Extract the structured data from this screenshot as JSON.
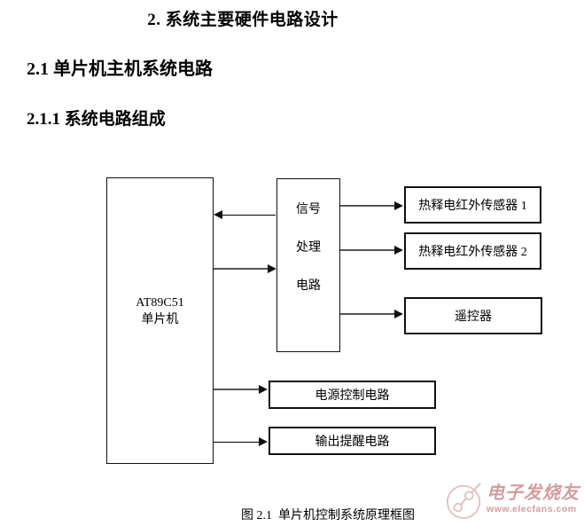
{
  "document": {
    "title": "2. 系统主要硬件电路设计",
    "heading_2_1": "2.1 单片机主机系统电路",
    "heading_2_1_1": "2.1.1 系统电路组成",
    "figure_caption": "图 2.1  单片机控制系统原理框图"
  },
  "diagram": {
    "mcu": {
      "line1": "AT89C51",
      "line2": "单片机"
    },
    "signal": {
      "line1": "信号",
      "line2": "处理",
      "line3": "电路"
    },
    "sensor1": "热释电红外传感器 1",
    "sensor2": "热释电红外传感器 2",
    "remote": "遥控器",
    "power": "电源控制电路",
    "output": "输出提醒电路",
    "connections": [
      {
        "from": "signal",
        "to": "mcu",
        "direction": "left"
      },
      {
        "from": "mcu",
        "to": "signal",
        "direction": "right"
      },
      {
        "from": "signal",
        "to": "sensor1",
        "direction": "right"
      },
      {
        "from": "signal",
        "to": "sensor2",
        "direction": "right"
      },
      {
        "from": "signal",
        "to": "remote",
        "direction": "right"
      },
      {
        "from": "mcu",
        "to": "power",
        "direction": "right"
      },
      {
        "from": "mcu",
        "to": "output",
        "direction": "right"
      }
    ],
    "colors": {
      "box_border": "#111111",
      "arrow_line": "#555555",
      "arrow_head": "#111111"
    }
  },
  "watermark": {
    "brand": "电子发烧友",
    "url": "www.elecfans.com",
    "color": "#c98585"
  }
}
